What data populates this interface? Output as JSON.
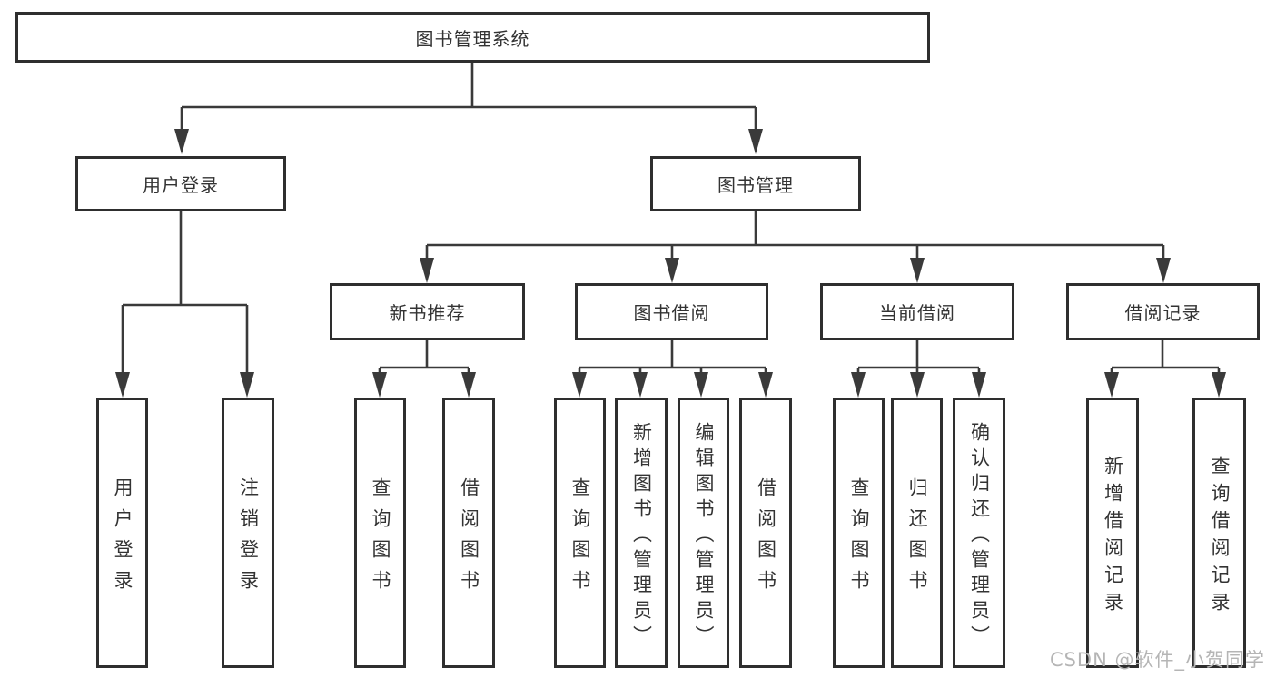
{
  "diagram_type": "tree",
  "tree": {
    "label": "图书管理系统",
    "children": [
      {
        "label": "用户登录",
        "children": [
          {
            "label": "用户登录"
          },
          {
            "label": "注销登录"
          }
        ]
      },
      {
        "label": "图书管理",
        "children": [
          {
            "label": "新书推荐",
            "children": [
              {
                "label": "查询图书"
              },
              {
                "label": "借阅图书"
              }
            ]
          },
          {
            "label": "图书借阅",
            "children": [
              {
                "label": "查询图书"
              },
              {
                "label": "新增图书（管理员）"
              },
              {
                "label": "编辑图书（管理员）"
              },
              {
                "label": "借阅图书"
              }
            ]
          },
          {
            "label": "当前借阅",
            "children": [
              {
                "label": "查询图书"
              },
              {
                "label": "归还图书"
              },
              {
                "label": "确认归还（管理员）"
              }
            ]
          },
          {
            "label": "借阅记录",
            "children": [
              {
                "label": "新增借阅记录"
              },
              {
                "label": "查询借阅记录"
              }
            ]
          }
        ]
      }
    ]
  },
  "watermark": {
    "text": "CSDN @软件_小贺同学"
  },
  "colors": {
    "line": "#3a3a3a",
    "border": "#2e2e2e",
    "text": "#333333",
    "watermark": "#b5b5b5",
    "background": "#ffffff"
  }
}
